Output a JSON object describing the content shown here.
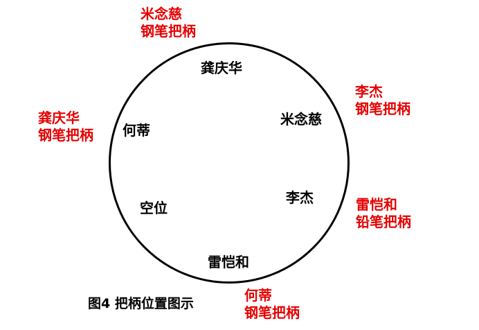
{
  "colors": {
    "seat_text": "#000000",
    "handle_text": "#e60000",
    "circle_stroke": "#000000",
    "caption_text": "#000000"
  },
  "seats": {
    "top": "龚庆华",
    "upper_right": "米念慈",
    "lower_right": "李杰",
    "bottom": "雷恺和",
    "lower_left": "空位",
    "upper_left": "何蒂"
  },
  "handles": {
    "top_left": {
      "name": "米念慈",
      "pen": "钢笔把柄"
    },
    "right_upper": {
      "name": "李杰",
      "pen": "钢笔把柄"
    },
    "left_middle": {
      "name": "龚庆华",
      "pen": "钢笔把柄"
    },
    "right_lower": {
      "name": "雷恺和",
      "pen": "铅笔把柄"
    },
    "bottom_right": {
      "name": "何蒂",
      "pen": "钢笔把柄"
    }
  },
  "caption": "图4 把柄位置图示"
}
